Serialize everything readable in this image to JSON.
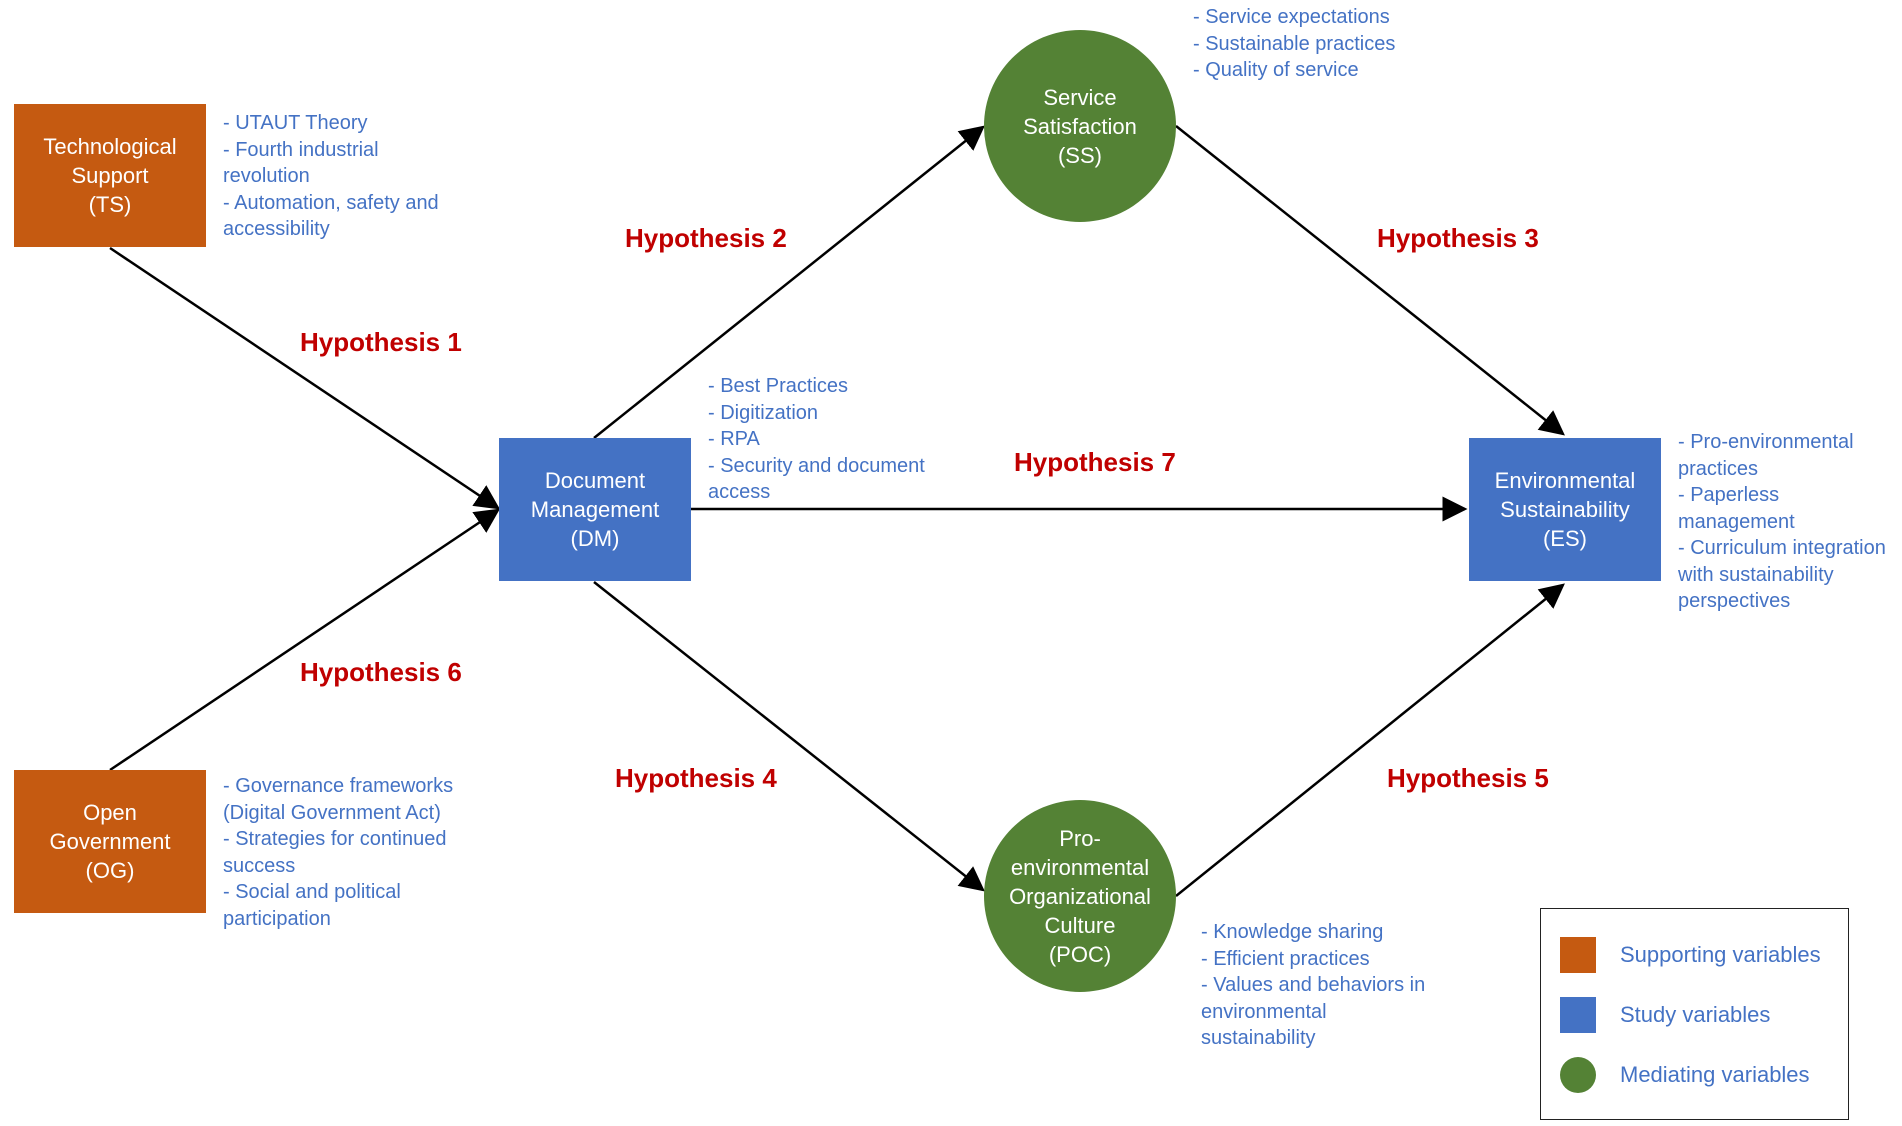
{
  "colors": {
    "supporting": "#c55a11",
    "study": "#4472c4",
    "mediating": "#548235",
    "hypothesis": "#c00000",
    "notes": "#4472c4"
  },
  "nodes": {
    "ts": {
      "label": "Technological\nSupport\n(TS)",
      "kind": "supporting"
    },
    "og": {
      "label": "Open\nGovernment\n(OG)",
      "kind": "supporting"
    },
    "dm": {
      "label": "Document\nManagement\n(DM)",
      "kind": "study"
    },
    "es": {
      "label": "Environmental\nSustainability\n(ES)",
      "kind": "study"
    },
    "ss": {
      "label": "Service\nSatisfaction\n(SS)",
      "kind": "mediating"
    },
    "poc": {
      "label": "Pro-\nenvironmental\nOrganizational\nCulture\n(POC)",
      "kind": "mediating"
    }
  },
  "hypotheses": {
    "h1": "Hypothesis 1",
    "h2": "Hypothesis 2",
    "h3": "Hypothesis 3",
    "h4": "Hypothesis 4",
    "h5": "Hypothesis 5",
    "h6": "Hypothesis 6",
    "h7": "Hypothesis 7"
  },
  "notes": {
    "ts": [
      "- UTAUT Theory",
      "- Fourth industrial revolution",
      "- Automation, safety and accessibility"
    ],
    "og": [
      "- Governance frameworks (Digital Government Act)",
      "- Strategies for continued success",
      "- Social and political participation"
    ],
    "ss": [
      "- Service expectations",
      "- Sustainable practices",
      "- Quality of service"
    ],
    "dm": [
      "- Best Practices",
      "- Digitization",
      "- RPA",
      "- Security and document access"
    ],
    "es": [
      "- Pro-environmental practices",
      "- Paperless management",
      "- Curriculum integration with sustainability perspectives"
    ],
    "poc": [
      "- Knowledge sharing",
      "- Efficient practices",
      "- Values and behaviors in environmental sustainability"
    ]
  },
  "legend": [
    {
      "label": "Supporting variables",
      "kind": "supporting",
      "shape": "square"
    },
    {
      "label": "Study variables",
      "kind": "study",
      "shape": "square"
    },
    {
      "label": "Mediating variables",
      "kind": "mediating",
      "shape": "circle"
    }
  ]
}
